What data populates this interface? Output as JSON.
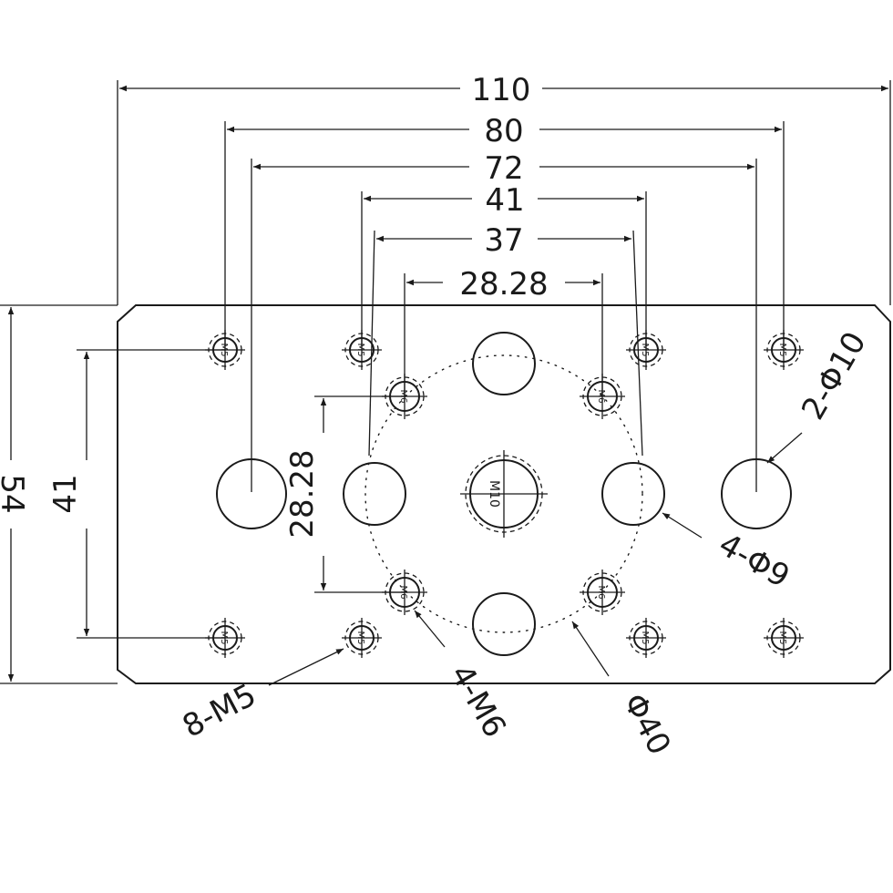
{
  "dimensions": {
    "overall_width": "110",
    "m5_x_spacing": "80",
    "d10_spacing": "72",
    "m5_inner_spacing": "41",
    "d9_spacing": "37",
    "m6_x_spacing": "28.28",
    "overall_height": "54",
    "m5_y_spacing": "41",
    "m6_y_spacing": "28.28"
  },
  "callouts": {
    "d10_holes": "2-Φ10",
    "d9_holes": "4-Φ9",
    "m5_holes": "8-M5",
    "m6_holes": "4-M6",
    "bolt_circle": "Φ40"
  },
  "center_label": "M10",
  "m5_hole_label": "M5",
  "m6_hole_label": "M6"
}
